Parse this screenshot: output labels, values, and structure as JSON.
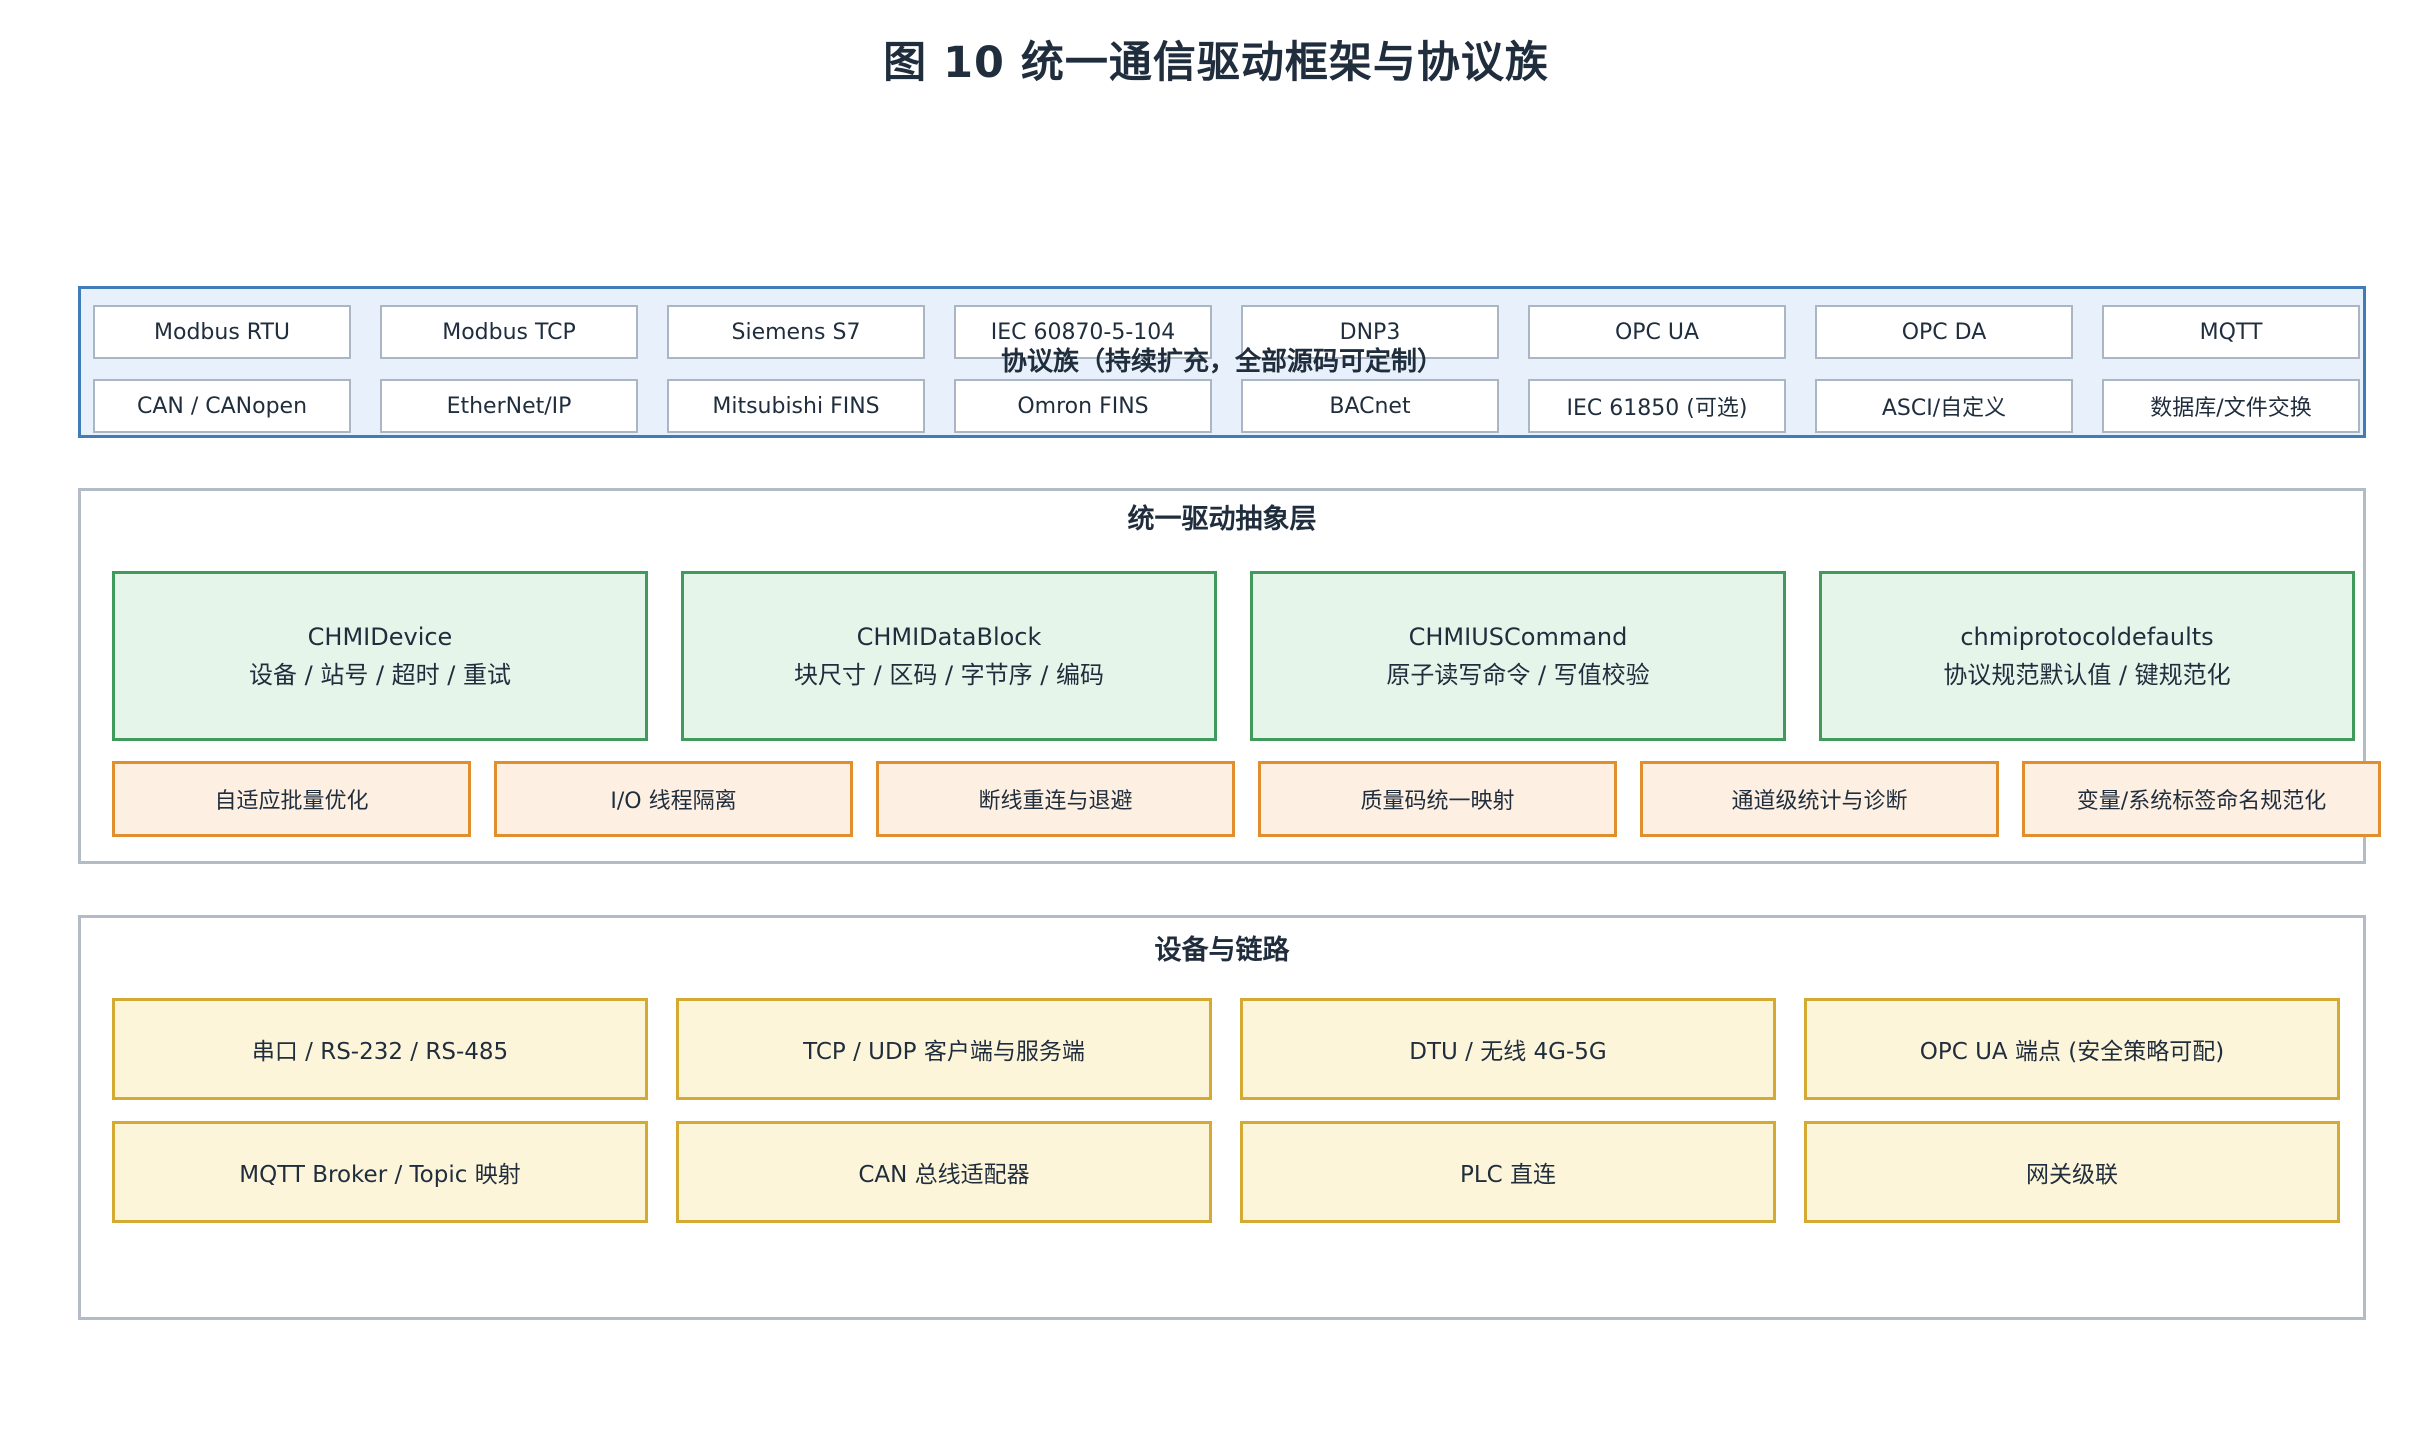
{
  "title": "图  10  统一通信驱动框架与协议族",
  "protocol_layer": {
    "label": "协议族（持续扩充，全部源码可定制）",
    "protocols": [
      "Modbus RTU",
      "Modbus TCP",
      "Siemens S7",
      "IEC 60870-5-104",
      "DNP3",
      "OPC UA",
      "OPC DA",
      "MQTT",
      "CAN / CANopen",
      "EtherNet/IP",
      "Mitsubishi FINS",
      "Omron FINS",
      "BACnet",
      "IEC 61850 (可选)",
      "ASCI/自定义",
      "数据库/文件交换"
    ]
  },
  "driver_layer": {
    "label": "统一驱动抽象层",
    "cores": [
      {
        "name": "CHMIDevice",
        "desc": "设备 / 站号 / 超时 / 重试"
      },
      {
        "name": "CHMIDataBlock",
        "desc": "块尺寸 / 区码 / 字节序 / 编码"
      },
      {
        "name": "CHMIUSCommand",
        "desc": "原子读写命令 / 写值校验"
      },
      {
        "name": "chmiprotocoldefaults",
        "desc": "协议规范默认值 / 键规范化"
      }
    ],
    "features": [
      "自适应批量优化",
      "I/O 线程隔离",
      "断线重连与退避",
      "质量码统一映射",
      "通道级统计与诊断",
      "变量/系统标签命名规范化"
    ]
  },
  "device_layer": {
    "label": "设备与链路",
    "links": [
      "串口 / RS-232 / RS-485",
      "TCP / UDP 客户端与服务端",
      "DTU / 无线 4G-5G",
      "OPC UA 端点 (安全策略可配)",
      "MQTT Broker / Topic 映射",
      "CAN 总线适配器",
      "PLC 直连",
      "网关级联"
    ]
  }
}
